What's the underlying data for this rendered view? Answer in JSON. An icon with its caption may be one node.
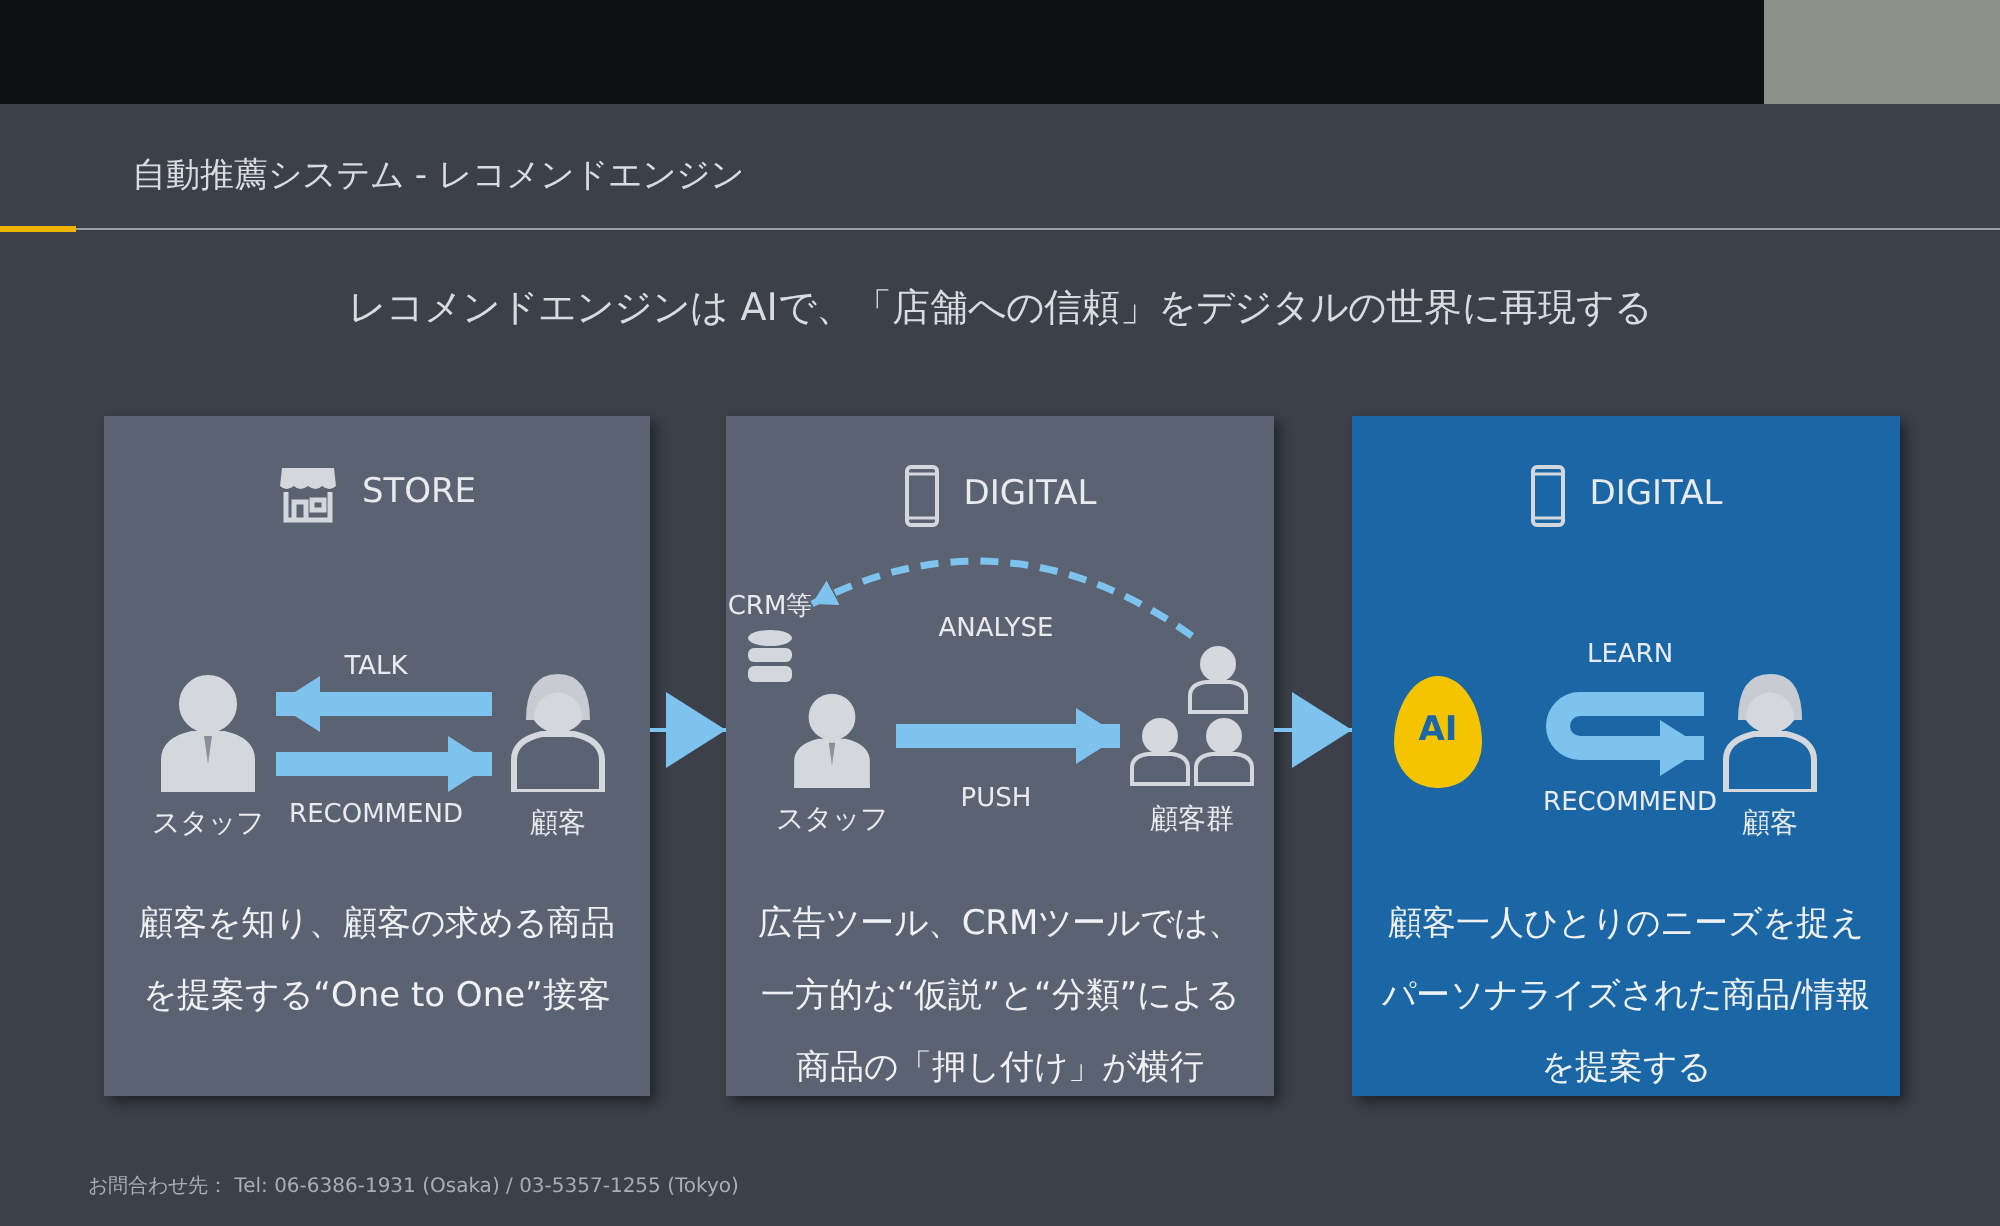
{
  "diagram": {
    "title": "自動推薦システム - レコメンドエンジン",
    "nodes": [
      {
        "text": [
          "STORE",
          "顧客を知り、顧客の求める商品を提案する“One to One”接客"
        ]
      },
      {
        "text": [
          "スタッフ"
        ],
        "in": 0
      },
      {
        "text": [
          "顧客"
        ],
        "in": 0
      },
      {
        "text": [
          "DIGITAL",
          "広告ツール、CRMツールでは、一方的な“仮説”と“分類”による商品の「押し付け」が横行"
        ]
      },
      {
        "text": [
          "CRM等"
        ],
        "in": 3
      },
      {
        "text": [
          "スタッフ"
        ],
        "in": 3
      },
      {
        "text": [
          "顧客群"
        ],
        "in": 3
      },
      {
        "text": [
          "DIGITAL",
          "顧客一人ひとりのニーズを捉えパーソナライズされた商品/情報を提案する"
        ]
      },
      {
        "text": [
          "AI"
        ],
        "in": 7
      },
      {
        "text": [
          "顧客"
        ],
        "in": 7
      }
    ],
    "edges": [
      {
        "from": 2,
        "to": 1,
        "arrow": "to",
        "label": "TALK"
      },
      {
        "from": 1,
        "to": 2,
        "arrow": "to",
        "label": "RECOMMEND"
      },
      {
        "from": 0,
        "to": 3,
        "arrow": "to"
      },
      {
        "from": 6,
        "to": 4,
        "arrow": "to",
        "label": "ANALYSE",
        "style": "dashed"
      },
      {
        "from": 5,
        "to": 6,
        "arrow": "to",
        "label": "PUSH"
      },
      {
        "from": 3,
        "to": 7,
        "arrow": "to"
      },
      {
        "from": 9,
        "to": 9,
        "arrow": "to",
        "label": "LEARN"
      }
    ],
    "labels": [
      "レコメンドエンジンは AIで、「店舗への信頼」をデジタルの世界に再現する",
      "RECOMMEND",
      "お問合わせ先： Tel: 06-6386-1931 (Osaka) / 03-5357-1255 (Tokyo)"
    ]
  }
}
